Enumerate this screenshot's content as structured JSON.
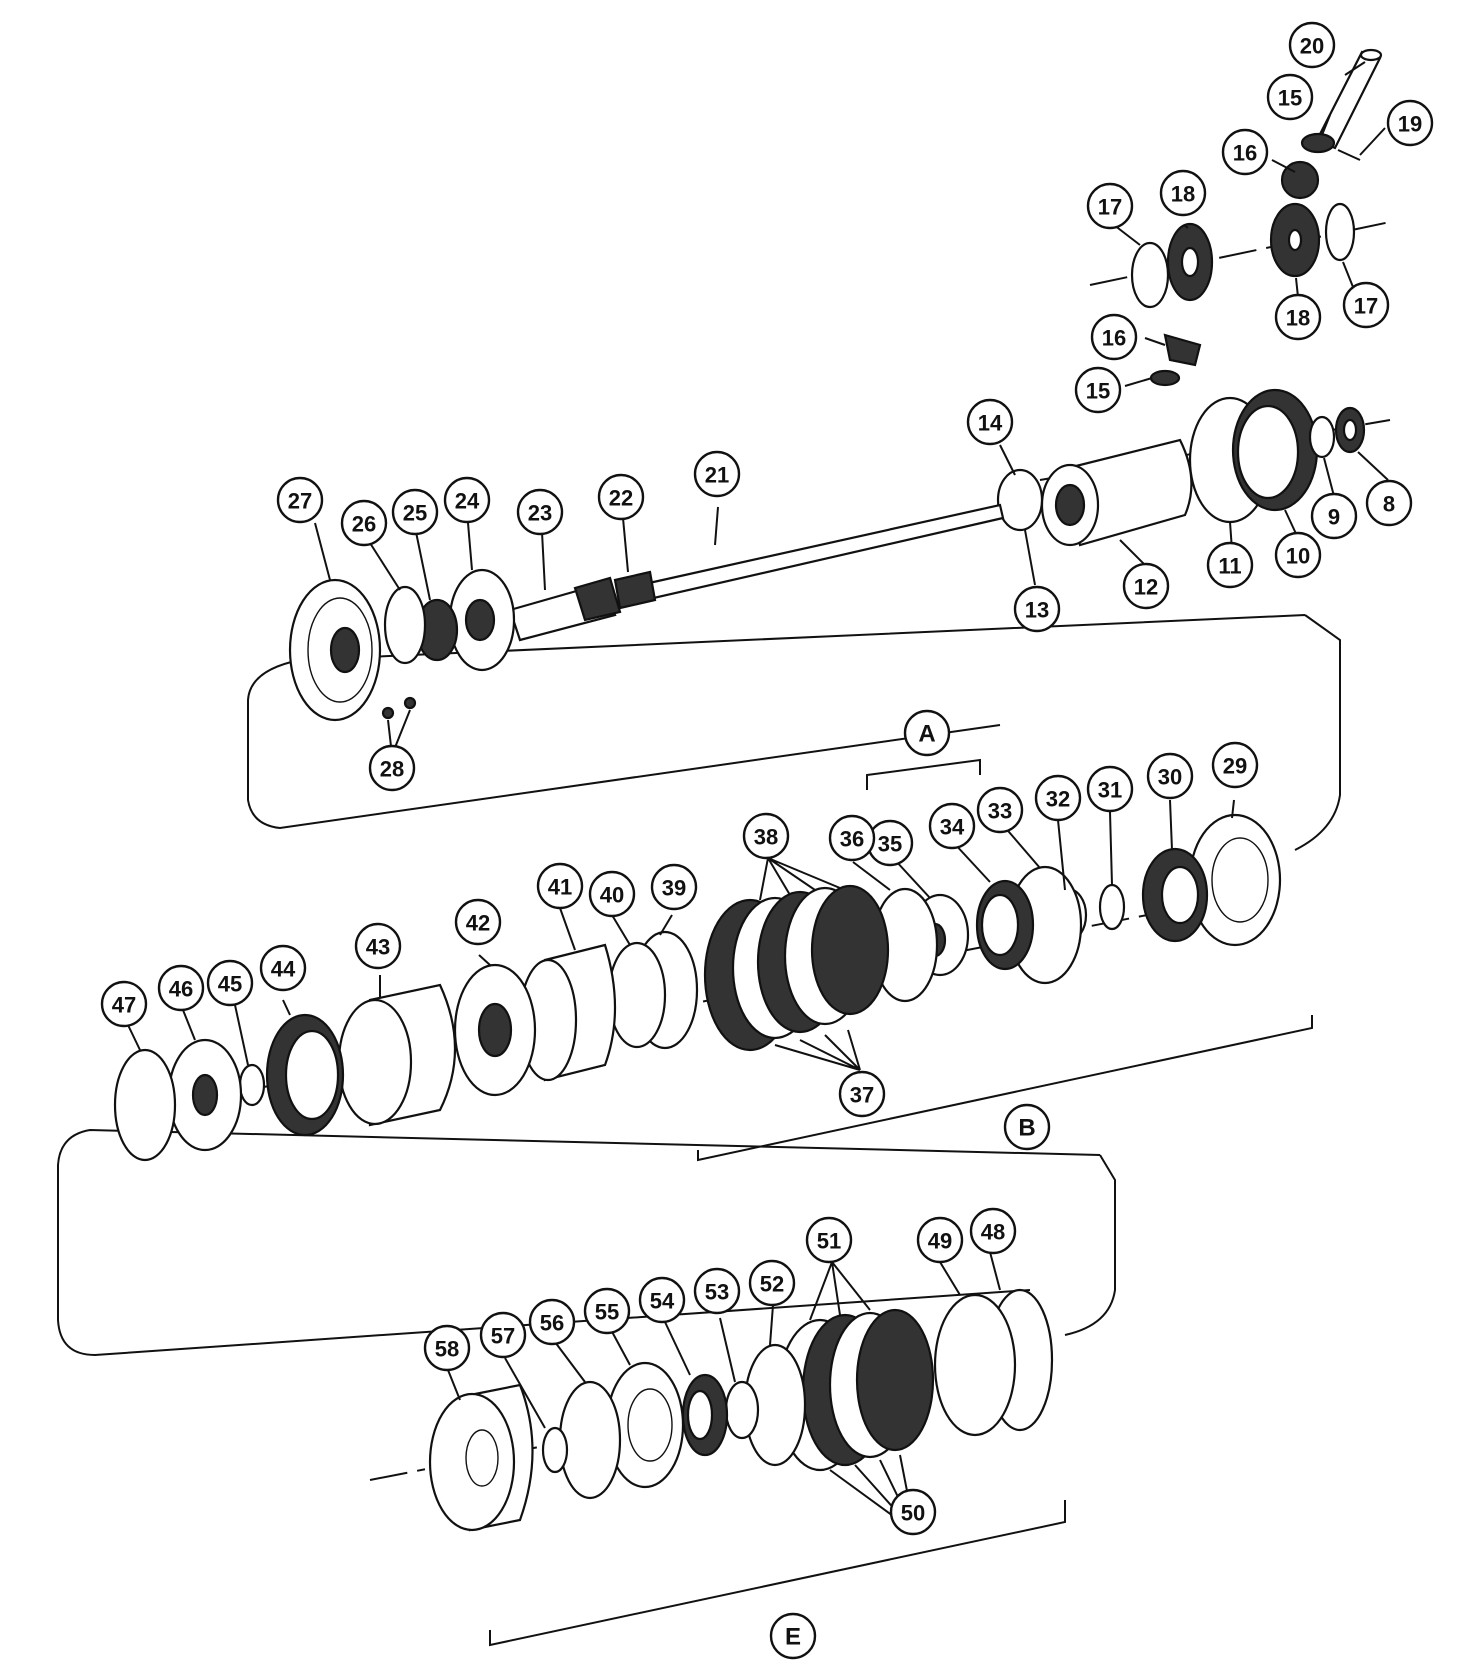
{
  "diagram": {
    "callouts": [
      {
        "id": "p20",
        "label": "20"
      },
      {
        "id": "p15a",
        "label": "15"
      },
      {
        "id": "p19",
        "label": "19"
      },
      {
        "id": "p16a",
        "label": "16"
      },
      {
        "id": "p17a",
        "label": "17"
      },
      {
        "id": "p18a",
        "label": "18"
      },
      {
        "id": "p18b",
        "label": "18"
      },
      {
        "id": "p17b",
        "label": "17"
      },
      {
        "id": "p16b",
        "label": "16"
      },
      {
        "id": "p15b",
        "label": "15"
      },
      {
        "id": "p14",
        "label": "14"
      },
      {
        "id": "p13",
        "label": "13"
      },
      {
        "id": "p12",
        "label": "12"
      },
      {
        "id": "p11",
        "label": "11"
      },
      {
        "id": "p10",
        "label": "10"
      },
      {
        "id": "p9",
        "label": "9"
      },
      {
        "id": "p8",
        "label": "8"
      },
      {
        "id": "p21",
        "label": "21"
      },
      {
        "id": "p22",
        "label": "22"
      },
      {
        "id": "p23",
        "label": "23"
      },
      {
        "id": "p24",
        "label": "24"
      },
      {
        "id": "p25",
        "label": "25"
      },
      {
        "id": "p26",
        "label": "26"
      },
      {
        "id": "p27",
        "label": "27"
      },
      {
        "id": "p28",
        "label": "28"
      },
      {
        "id": "p29",
        "label": "29"
      },
      {
        "id": "p30",
        "label": "30"
      },
      {
        "id": "p31",
        "label": "31"
      },
      {
        "id": "p32",
        "label": "32"
      },
      {
        "id": "p33",
        "label": "33"
      },
      {
        "id": "p34",
        "label": "34"
      },
      {
        "id": "p35",
        "label": "35"
      },
      {
        "id": "p36",
        "label": "36"
      },
      {
        "id": "p38",
        "label": "38"
      },
      {
        "id": "p37",
        "label": "37"
      },
      {
        "id": "p39",
        "label": "39"
      },
      {
        "id": "p40",
        "label": "40"
      },
      {
        "id": "p41",
        "label": "41"
      },
      {
        "id": "p42",
        "label": "42"
      },
      {
        "id": "p43",
        "label": "43"
      },
      {
        "id": "p44",
        "label": "44"
      },
      {
        "id": "p45",
        "label": "45"
      },
      {
        "id": "p46",
        "label": "46"
      },
      {
        "id": "p47",
        "label": "47"
      },
      {
        "id": "p48",
        "label": "48"
      },
      {
        "id": "p49",
        "label": "49"
      },
      {
        "id": "p51",
        "label": "51"
      },
      {
        "id": "p52",
        "label": "52"
      },
      {
        "id": "p53",
        "label": "53"
      },
      {
        "id": "p54",
        "label": "54"
      },
      {
        "id": "p55",
        "label": "55"
      },
      {
        "id": "p56",
        "label": "56"
      },
      {
        "id": "p57",
        "label": "57"
      },
      {
        "id": "p58",
        "label": "58"
      },
      {
        "id": "p50",
        "label": "50"
      }
    ],
    "group_labels": [
      {
        "id": "gA",
        "label": "A"
      },
      {
        "id": "gB",
        "label": "B"
      },
      {
        "id": "gE",
        "label": "E"
      }
    ]
  }
}
